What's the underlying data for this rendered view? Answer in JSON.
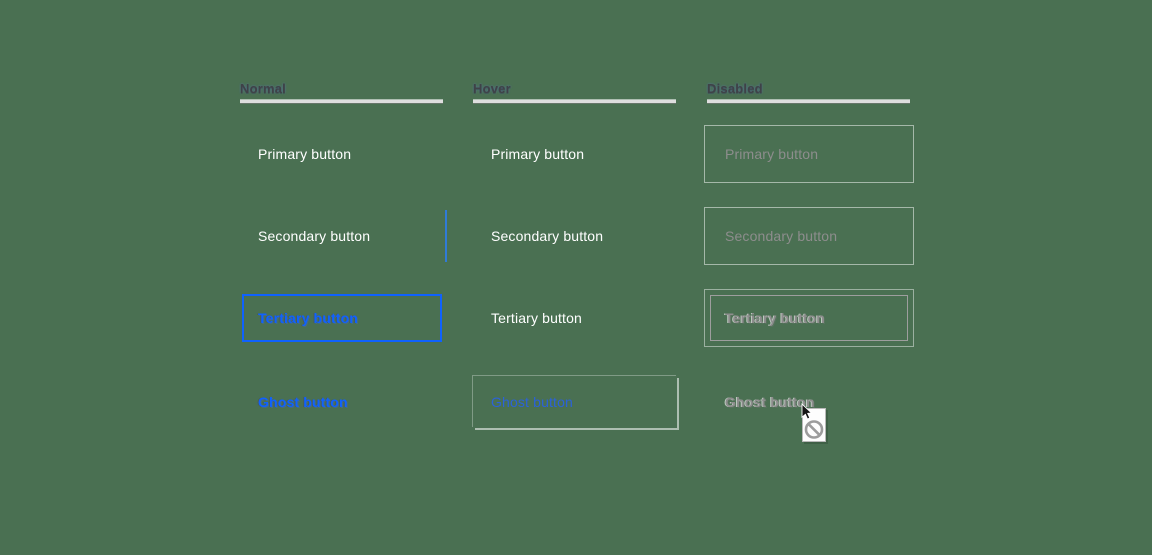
{
  "columns": [
    {
      "label": "Normal"
    },
    {
      "label": "Hover"
    },
    {
      "label": "Disabled"
    }
  ],
  "rows": [
    {
      "id": "primary",
      "label": "Primary button"
    },
    {
      "id": "secondary",
      "label": "Secondary button"
    },
    {
      "id": "tertiary",
      "label": "Tertiary button"
    },
    {
      "id": "ghost",
      "label": "Ghost button"
    }
  ],
  "cursor_icon": "not-allowed-cursor",
  "colors": {
    "background": "#4a7052",
    "primary": "#0f62fe",
    "primaryHover": "#0353e9",
    "secondary": "#393939",
    "secondaryHover": "#4f4f4f",
    "disabledBg": "#c6c6c6",
    "disabledText": "#8d8d8d",
    "disabledBorder": "#9e9e9e",
    "ghostHoverBg": "#e3e3e3",
    "ghostHoverText": "#2b62d9",
    "blueText": "#0f62fe",
    "textOnColor": "#ffffff",
    "headerText": "#3f4247",
    "underline": "#dedede",
    "focusEdge": "#2e7ce6"
  }
}
